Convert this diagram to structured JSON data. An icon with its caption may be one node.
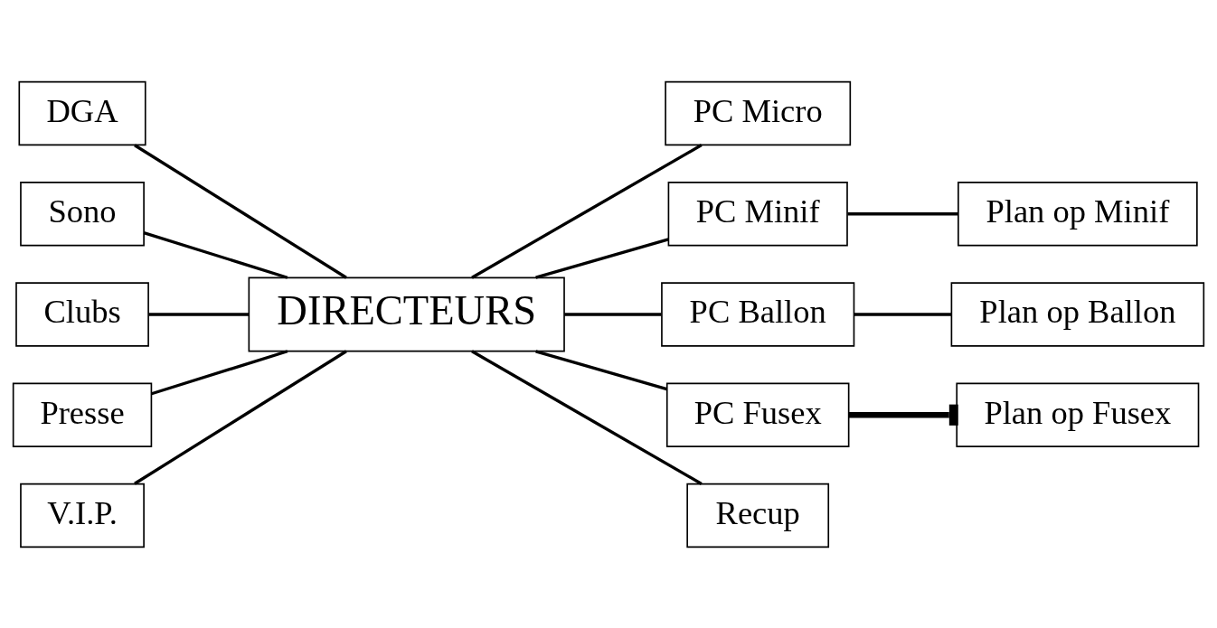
{
  "diagram": {
    "nodes": [
      {
        "text": [
          "DGA"
        ]
      },
      {
        "text": [
          "Sono"
        ]
      },
      {
        "text": [
          "Clubs"
        ]
      },
      {
        "text": [
          "Presse"
        ]
      },
      {
        "text": [
          "V.I.P."
        ]
      },
      {
        "text": [
          "DIRECTEURS"
        ]
      },
      {
        "text": [
          "PC Micro"
        ]
      },
      {
        "text": [
          "PC Minif"
        ]
      },
      {
        "text": [
          "Plan op Minif"
        ]
      },
      {
        "text": [
          "PC Ballon"
        ]
      },
      {
        "text": [
          "Plan op Ballon"
        ]
      },
      {
        "text": [
          "PC Fusex"
        ]
      },
      {
        "text": [
          "Plan op Fusex"
        ]
      },
      {
        "text": [
          "Recup"
        ]
      }
    ],
    "edges": [
      {
        "from": 0,
        "to": 5,
        "arrow": "none"
      },
      {
        "from": 1,
        "to": 5,
        "arrow": "none"
      },
      {
        "from": 2,
        "to": 5,
        "arrow": "none"
      },
      {
        "from": 3,
        "to": 5,
        "arrow": "none"
      },
      {
        "from": 4,
        "to": 5,
        "arrow": "none"
      },
      {
        "from": 5,
        "to": 6,
        "arrow": "none"
      },
      {
        "from": 5,
        "to": 7,
        "arrow": "none"
      },
      {
        "from": 7,
        "to": 8,
        "arrow": "none"
      },
      {
        "from": 5,
        "to": 9,
        "arrow": "none"
      },
      {
        "from": 9,
        "to": 10,
        "arrow": "none"
      },
      {
        "from": 5,
        "to": 11,
        "arrow": "none"
      },
      {
        "from": 11,
        "to": 12,
        "arrow": "other",
        "style": "thick"
      },
      {
        "from": 5,
        "to": 13,
        "arrow": "none"
      }
    ]
  }
}
